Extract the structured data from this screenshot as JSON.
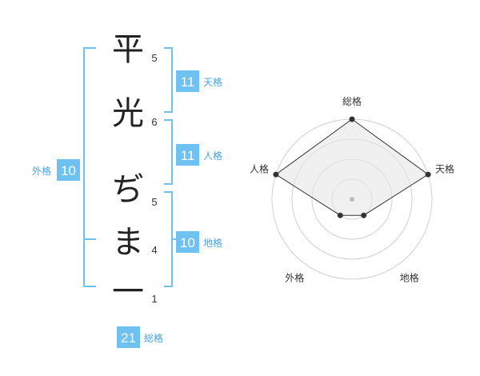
{
  "name": {
    "characters": [
      {
        "char": "平",
        "strokes": "5"
      },
      {
        "char": "光",
        "strokes": "6"
      },
      {
        "char": "ぢ",
        "strokes": "5"
      },
      {
        "char": "ま",
        "strokes": "4"
      },
      {
        "char": "一",
        "strokes": "1"
      }
    ]
  },
  "fortunes": {
    "tenkaku": {
      "value": "11",
      "label": "天格"
    },
    "jinkaku": {
      "value": "11",
      "label": "人格"
    },
    "chikaku": {
      "value": "10",
      "label": "地格"
    },
    "gaikaku": {
      "value": "10",
      "label": "外格"
    },
    "soukaku": {
      "value": "21",
      "label": "総格"
    }
  },
  "radar": {
    "axes": [
      "総格",
      "天格",
      "地格",
      "外格",
      "人格"
    ],
    "levels": 4,
    "max": 4,
    "values": [
      4,
      4,
      1,
      1,
      4
    ]
  },
  "colors": {
    "accent": "#4aa3df",
    "box": "#6ec1f0",
    "char": "#222222",
    "radar_fill": "#e6e6e6",
    "radar_grid": "#d0d0d0"
  }
}
